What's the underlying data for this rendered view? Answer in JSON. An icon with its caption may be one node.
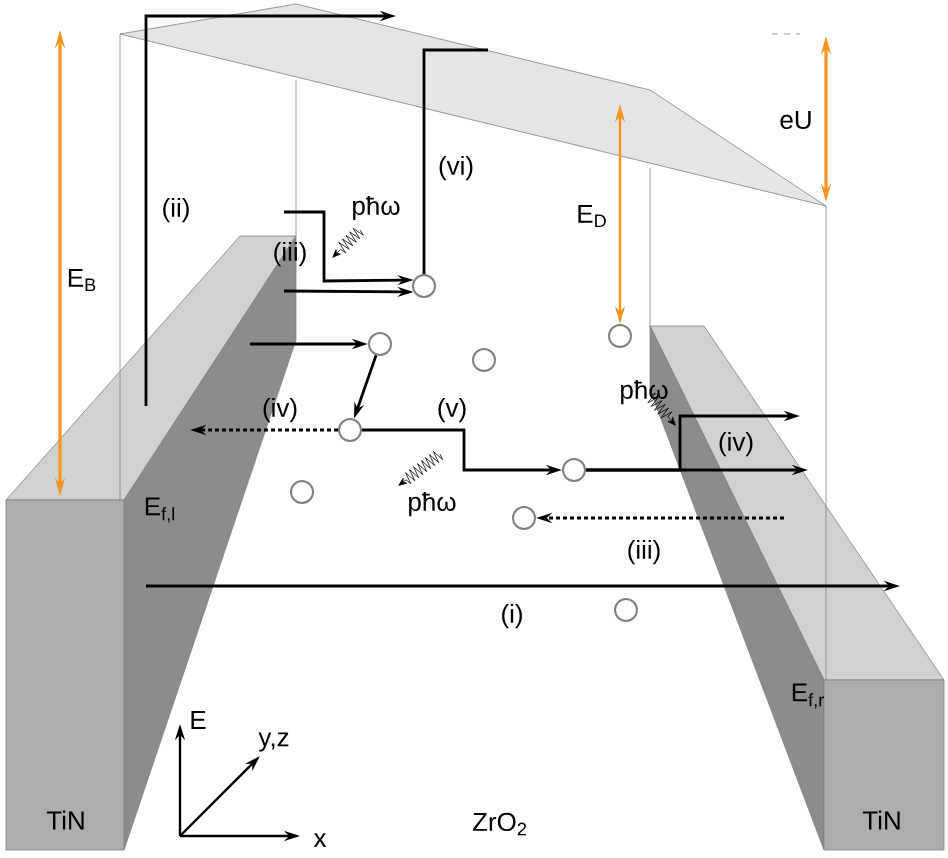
{
  "diagram": {
    "nodes": [
      {
        "text": [],
        "shape": "circle"
      },
      {
        "text": [],
        "shape": "circle"
      },
      {
        "text": [],
        "shape": "circle"
      },
      {
        "text": [],
        "shape": "circle"
      },
      {
        "text": [],
        "shape": "circle"
      },
      {
        "text": [],
        "shape": "circle"
      },
      {
        "text": [],
        "shape": "circle"
      },
      {
        "text": [],
        "shape": "circle"
      },
      {
        "text": [],
        "shape": "circle"
      }
    ],
    "edges": [
      {
        "from": null,
        "to": 0,
        "arrow": "to"
      },
      {
        "from": null,
        "to": 0,
        "arrow": "to"
      },
      {
        "from": 0,
        "to": null,
        "arrow": "none"
      },
      {
        "from": null,
        "to": 2,
        "arrow": "to"
      },
      {
        "from": 2,
        "to": 4,
        "arrow": "to"
      },
      {
        "from": 4,
        "to": null,
        "arrow": "to",
        "style": "dashed"
      },
      {
        "from": 4,
        "to": 5,
        "arrow": "to"
      },
      {
        "from": 5,
        "to": null,
        "arrow": "to"
      },
      {
        "from": 5,
        "to": null,
        "arrow": "to"
      },
      {
        "from": null,
        "to": 7,
        "arrow": "to",
        "style": "dashed"
      }
    ],
    "labels": [
      "eU",
      "(vi)",
      "(ii)",
      "pħω",
      "E$_{D}$",
      "(iii)",
      "E$_{B}$",
      "pħω",
      "(iv)",
      "(v)",
      "(iv)",
      "E$_{f,l}$",
      "pħω",
      "(iii)",
      "(i)",
      "E$_{f,r}$",
      "E",
      "y,z",
      "TiN",
      "ZrO$_{2}$",
      "TiN",
      "x"
    ]
  }
}
